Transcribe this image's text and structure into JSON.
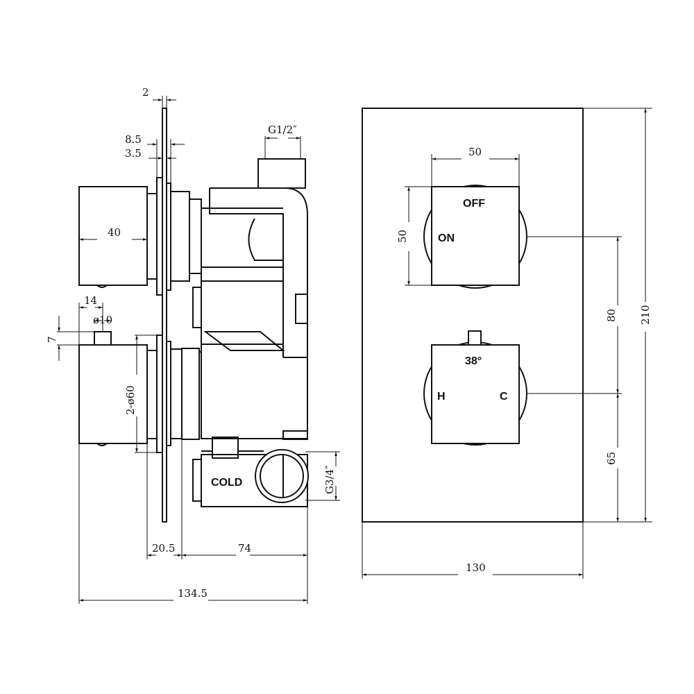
{
  "side_view": {
    "dims": {
      "plate_thickness": "2",
      "flange_a": "8.5",
      "flange_b": "3.5",
      "outlet_thread": "G1/2″",
      "handle_depth": "40",
      "pin_offset": "14",
      "pin_diameter": "ø10",
      "pin_height": "7",
      "handle_diameter": "2-ø60",
      "inlet_thread": "G3/4″",
      "wall_gap": "20.5",
      "body_depth": "74",
      "overall_depth": "134.5"
    },
    "labels": {
      "cold": "COLD"
    }
  },
  "front_view": {
    "dims": {
      "knob_width": "50",
      "knob_height": "50",
      "knob_spacing": "80",
      "lower_offset": "65",
      "plate_height": "210",
      "plate_width": "130"
    },
    "labels": {
      "off": "OFF",
      "on": "ON",
      "temp": "38°",
      "hot": "H",
      "cold": "C"
    }
  }
}
